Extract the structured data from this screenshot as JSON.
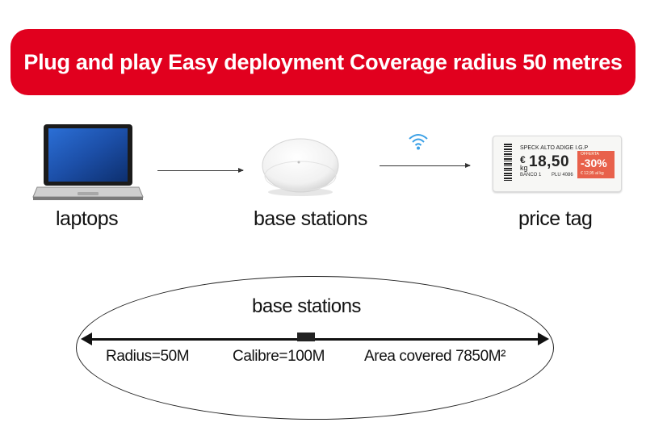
{
  "banner": {
    "title": "Plug and play Easy deployment Coverage radius 50 metres",
    "color": "#e1001e"
  },
  "nodes": [
    {
      "label": "laptops",
      "icon": "laptop-icon"
    },
    {
      "label": "base stations",
      "icon": "base-station-icon"
    },
    {
      "label": "price tag",
      "icon": "price-tag-icon"
    }
  ],
  "wifi_icon": "wifi-icon",
  "price_tag": {
    "header": "SPECK ALTO ADIGE I.G.P",
    "currency": "€",
    "unit": "kg",
    "price": "18,50",
    "discount_label": "OFFERTA",
    "discount": "-30%",
    "discount_price": "€ 12,95 al kg",
    "footer_left": "BANCO 1",
    "footer_right": "PLU 4086"
  },
  "coverage": {
    "title": "base stations",
    "radius": "Radius=50M",
    "calibre": "Calibre=100M",
    "area": "Area covered 7850M²"
  }
}
